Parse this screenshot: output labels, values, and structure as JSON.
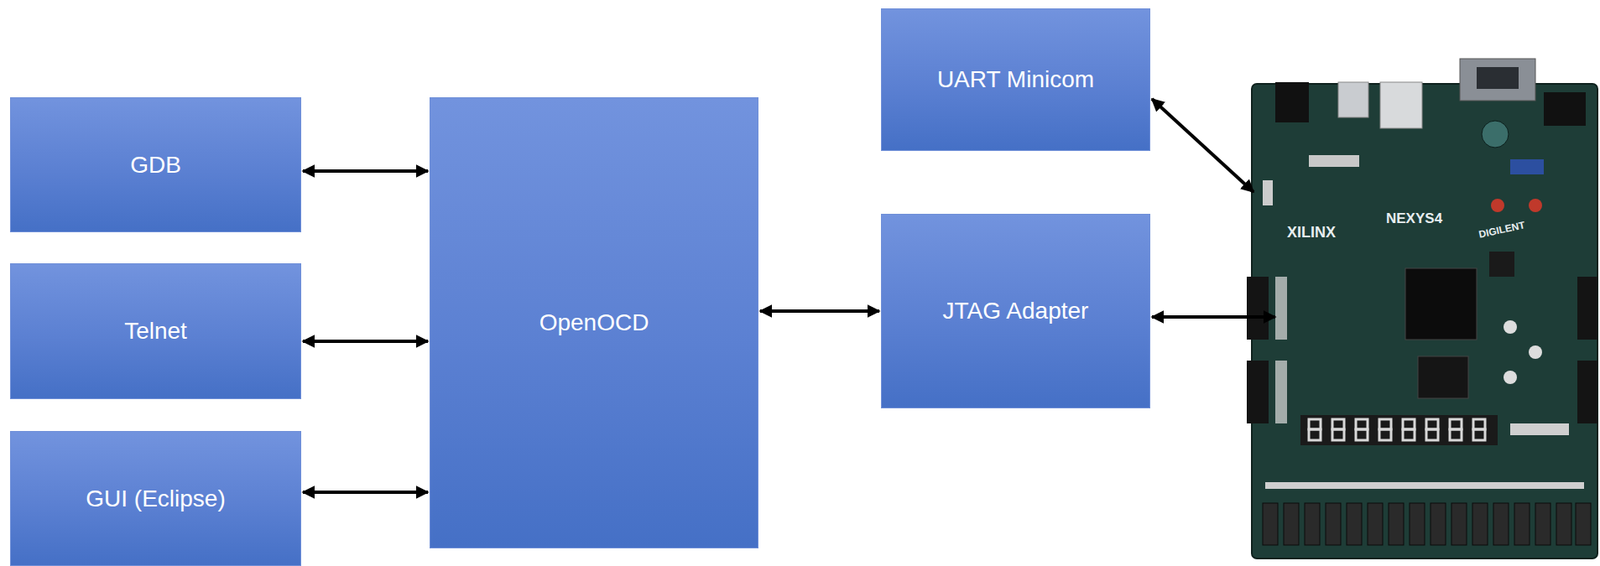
{
  "diagram": {
    "nodes": [
      {
        "text": [
          "GDB"
        ]
      },
      {
        "text": [
          "Telnet"
        ]
      },
      {
        "text": [
          "GUI (Eclipse)"
        ]
      },
      {
        "text": [
          "OpenOCD"
        ]
      },
      {
        "text": [
          "UART Minicom"
        ]
      },
      {
        "text": [
          "JTAG Adapter"
        ]
      }
    ],
    "edges": [
      {
        "from": 0,
        "to": 3,
        "arrow": "both"
      },
      {
        "from": 1,
        "to": 3,
        "arrow": "both"
      },
      {
        "from": 2,
        "to": 3,
        "arrow": "both"
      },
      {
        "from": 3,
        "to": 5,
        "arrow": "both"
      }
    ],
    "labels": [
      "NEXYS4",
      "XILINX",
      "DIGILENT"
    ]
  }
}
